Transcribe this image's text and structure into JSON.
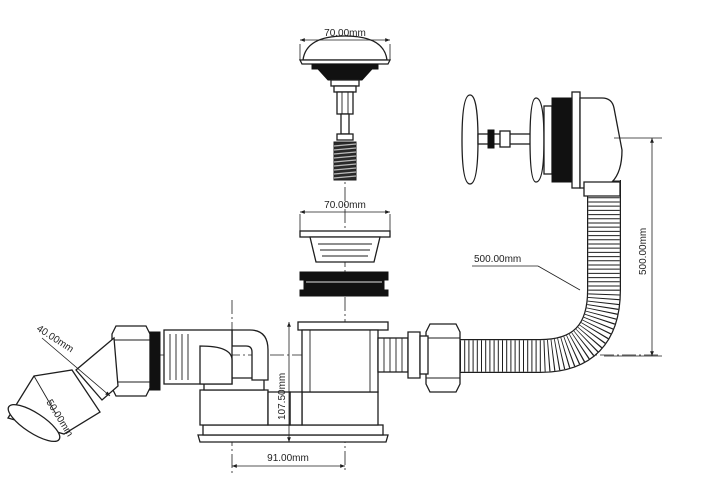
{
  "dimensions": {
    "cap_width": "70.00mm",
    "strainer_width": "70.00mm",
    "hose_length": "500.00mm",
    "overflow_height": "500.00mm",
    "body_height": "107.50mm",
    "outlet_spacing": "91.00mm",
    "elbow_diameter": "40.00mm",
    "outlet_diameter": "50.00mm"
  },
  "colors": {
    "line": "#1e1e1e",
    "gasket": "#111111",
    "spring": "#2a2a2a"
  },
  "icons": {
    "spring": "coil-spring-icon"
  }
}
